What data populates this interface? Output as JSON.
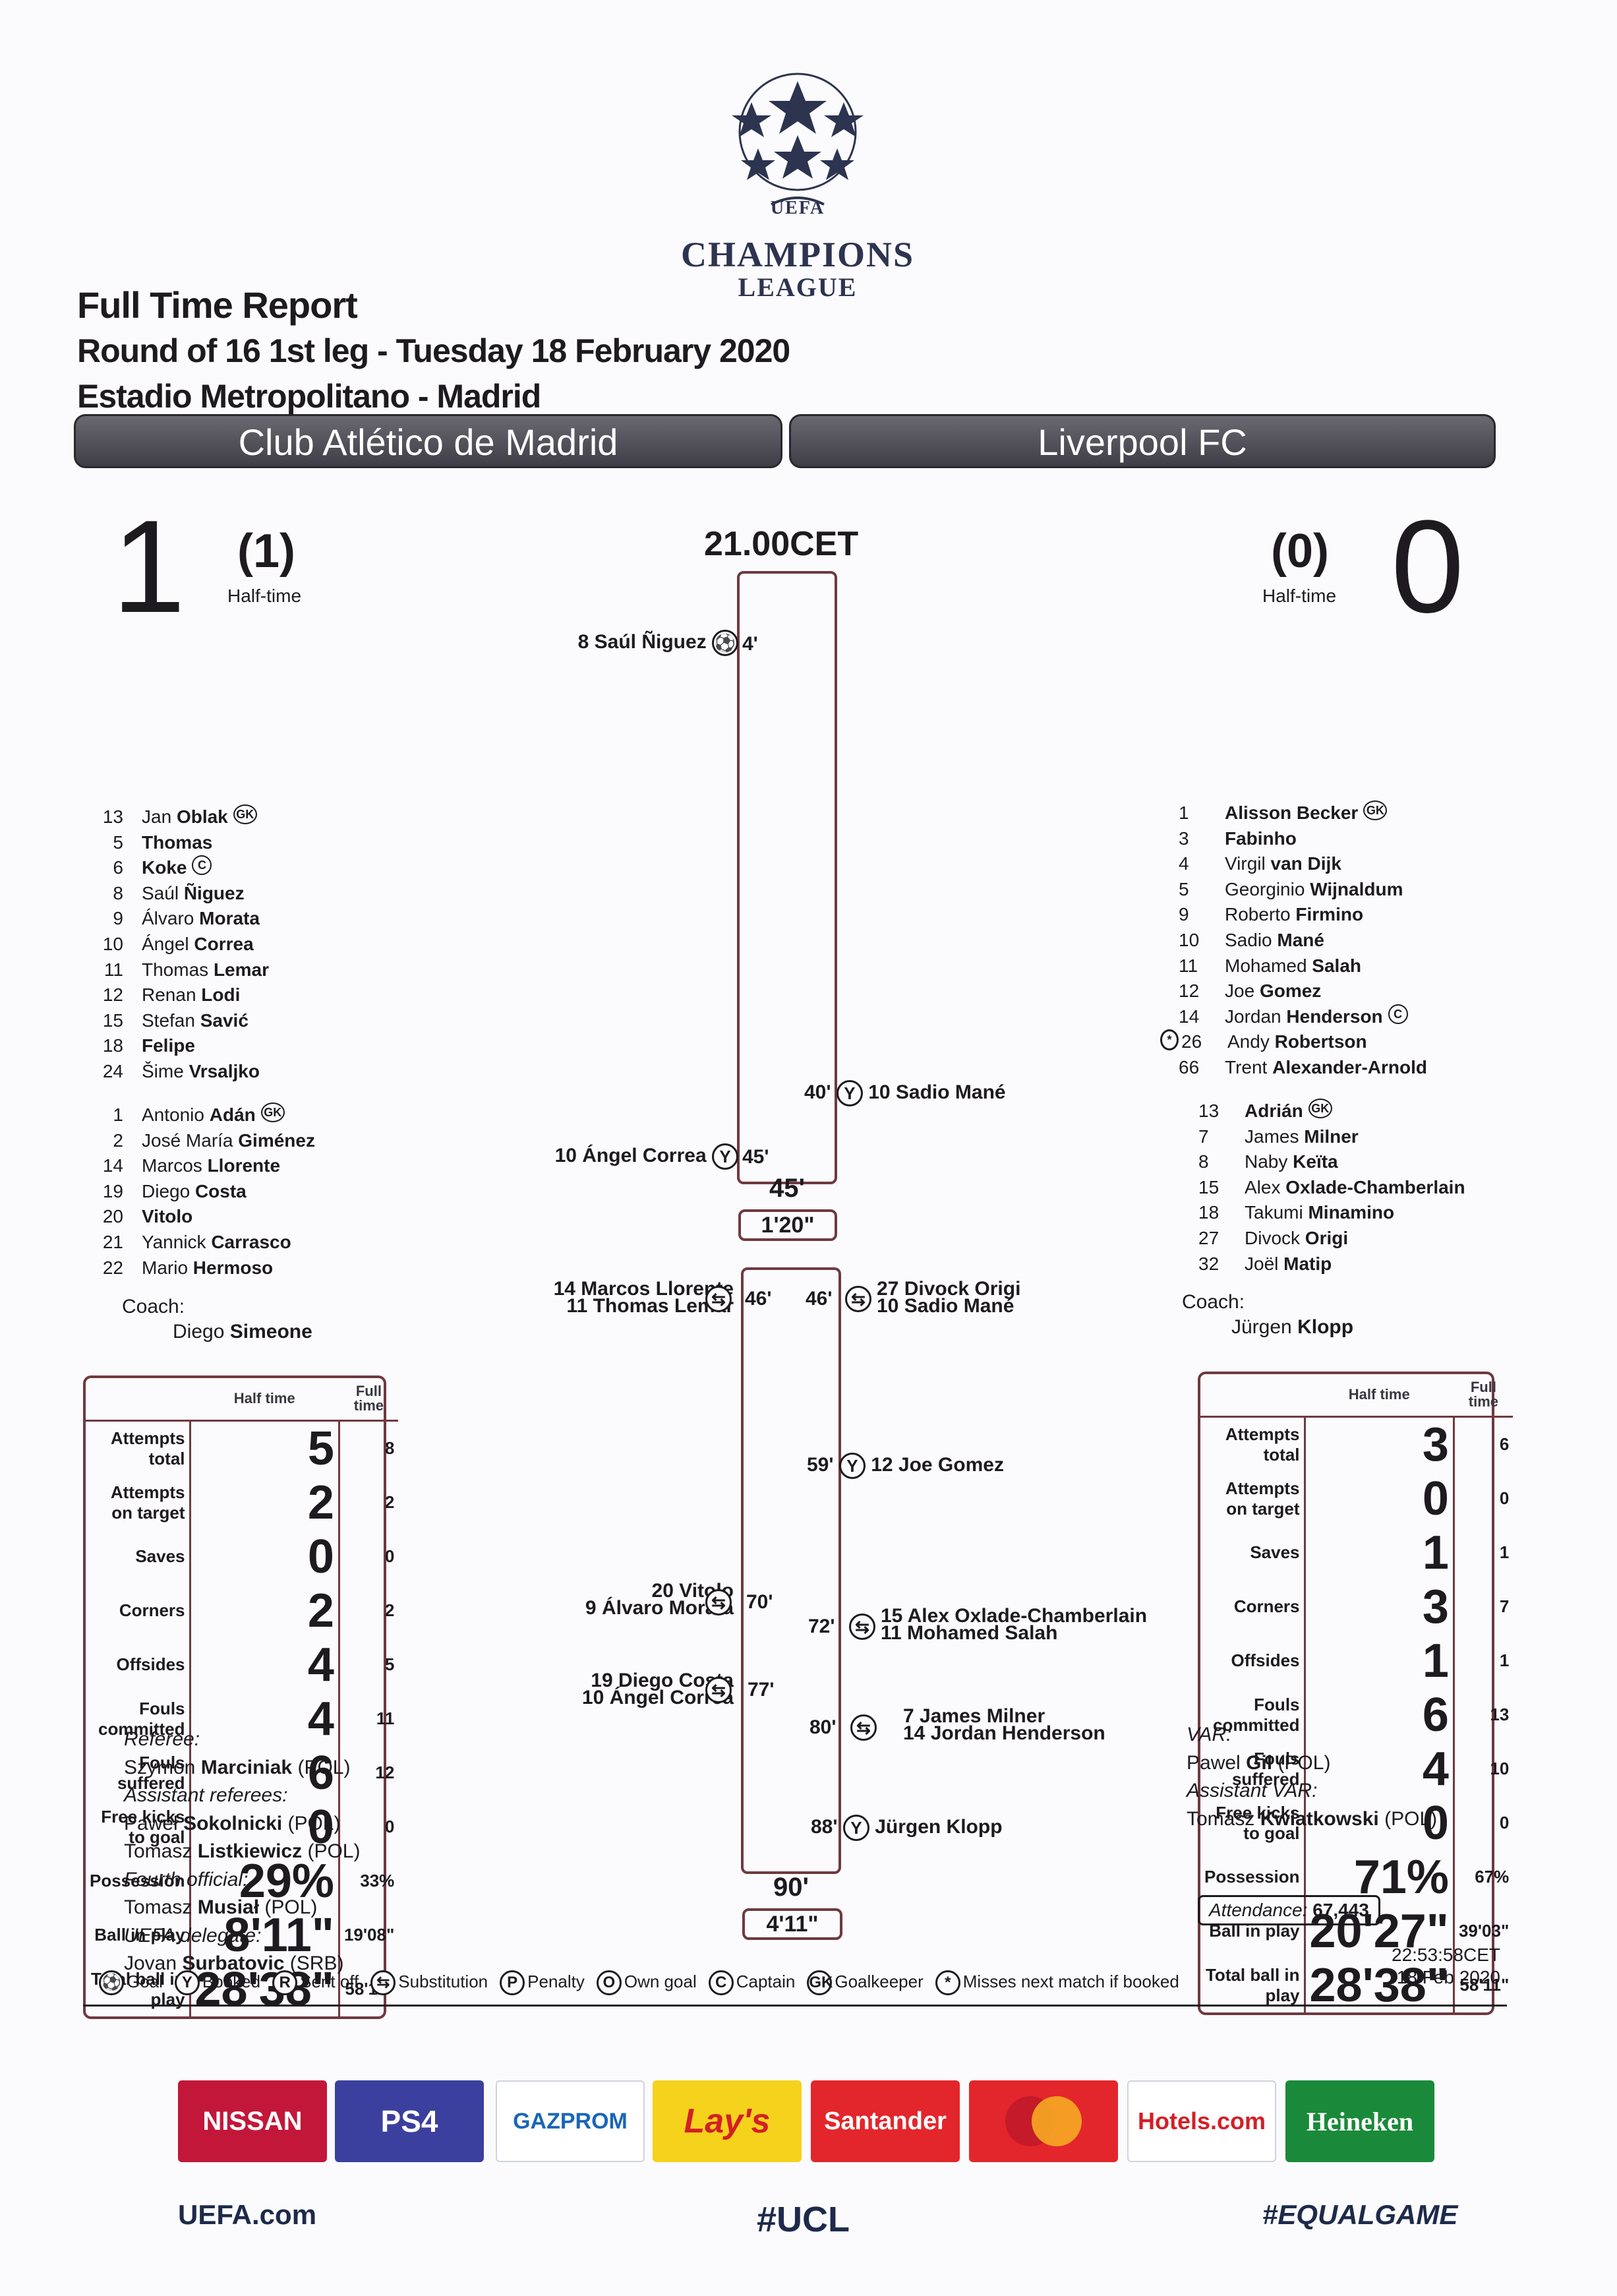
{
  "competition": {
    "title": "CHAMPIONS",
    "subtitle": "LEAGUE",
    "badge": "UEFA"
  },
  "header": {
    "report": "Full Time Report",
    "round": "Round of 16 1st leg - Tuesday 18 February 2020",
    "venue": "Estadio Metropolitano - Madrid"
  },
  "home": {
    "name": "Club Atlético de Madrid",
    "score": "1",
    "ht_score": "(1)",
    "ht_label": "Half-time",
    "starters": [
      {
        "num": "13",
        "first": "Jan",
        "last": "Oblak",
        "tag": "GK"
      },
      {
        "num": "5",
        "first": "",
        "last": "Thomas",
        "tag": ""
      },
      {
        "num": "6",
        "first": "",
        "last": "Koke",
        "tag": "C"
      },
      {
        "num": "8",
        "first": "Saúl",
        "last": "Ñiguez",
        "tag": ""
      },
      {
        "num": "9",
        "first": "Álvaro",
        "last": "Morata",
        "tag": ""
      },
      {
        "num": "10",
        "first": "Ángel",
        "last": "Correa",
        "tag": ""
      },
      {
        "num": "11",
        "first": "Thomas",
        "last": "Lemar",
        "tag": ""
      },
      {
        "num": "12",
        "first": "Renan",
        "last": "Lodi",
        "tag": ""
      },
      {
        "num": "15",
        "first": "Stefan",
        "last": "Savić",
        "tag": ""
      },
      {
        "num": "18",
        "first": "",
        "last": "Felipe",
        "tag": ""
      },
      {
        "num": "24",
        "first": "Šime",
        "last": "Vrsaljko",
        "tag": ""
      }
    ],
    "subs": [
      {
        "num": "1",
        "first": "Antonio",
        "last": "Adán",
        "tag": "GK"
      },
      {
        "num": "2",
        "first": "José María",
        "last": "Giménez",
        "tag": ""
      },
      {
        "num": "14",
        "first": "Marcos",
        "last": "Llorente",
        "tag": ""
      },
      {
        "num": "19",
        "first": "Diego",
        "last": "Costa",
        "tag": ""
      },
      {
        "num": "20",
        "first": "",
        "last": "Vitolo",
        "tag": ""
      },
      {
        "num": "21",
        "first": "Yannick",
        "last": "Carrasco",
        "tag": ""
      },
      {
        "num": "22",
        "first": "Mario",
        "last": "Hermoso",
        "tag": ""
      }
    ],
    "coach_label": "Coach:",
    "coach_first": "Diego",
    "coach_last": "Simeone",
    "stats": [
      {
        "label": "Attempts total",
        "ht": "5",
        "ft": "8"
      },
      {
        "label": "Attempts on target",
        "ht": "2",
        "ft": "2"
      },
      {
        "label": "Saves",
        "ht": "0",
        "ft": "0"
      },
      {
        "label": "Corners",
        "ht": "2",
        "ft": "2"
      },
      {
        "label": "Offsides",
        "ht": "4",
        "ft": "5"
      },
      {
        "label": "Fouls committed",
        "ht": "4",
        "ft": "11"
      },
      {
        "label": "Fouls suffered",
        "ht": "6",
        "ft": "12"
      },
      {
        "label": "Free kicks to goal",
        "ht": "0",
        "ft": "0"
      },
      {
        "label": "Possession",
        "ht": "29%",
        "ft": "33%"
      },
      {
        "label": "Ball in play",
        "ht": "8'11\"",
        "ft": "19'08\""
      },
      {
        "label": "Total ball in play",
        "ht": "28'38\"",
        "ft": "58'11\""
      }
    ]
  },
  "away": {
    "name": "Liverpool FC",
    "score": "0",
    "ht_score": "(0)",
    "ht_label": "Half-time",
    "starters": [
      {
        "num": "1",
        "first": "",
        "last": "Alisson Becker",
        "tag": "GK",
        "mark": ""
      },
      {
        "num": "3",
        "first": "",
        "last": "Fabinho",
        "tag": "",
        "mark": ""
      },
      {
        "num": "4",
        "first": "Virgil",
        "last": "van Dijk",
        "tag": "",
        "mark": ""
      },
      {
        "num": "5",
        "first": "Georginio",
        "last": "Wijnaldum",
        "tag": "",
        "mark": ""
      },
      {
        "num": "9",
        "first": "Roberto",
        "last": "Firmino",
        "tag": "",
        "mark": ""
      },
      {
        "num": "10",
        "first": "Sadio",
        "last": "Mané",
        "tag": "",
        "mark": ""
      },
      {
        "num": "11",
        "first": "Mohamed",
        "last": "Salah",
        "tag": "",
        "mark": ""
      },
      {
        "num": "12",
        "first": "Joe",
        "last": "Gomez",
        "tag": "",
        "mark": ""
      },
      {
        "num": "14",
        "first": "Jordan",
        "last": "Henderson",
        "tag": "C",
        "mark": ""
      },
      {
        "num": "26",
        "first": "Andy",
        "last": "Robertson",
        "tag": "",
        "mark": "*"
      },
      {
        "num": "66",
        "first": "Trent",
        "last": "Alexander-Arnold",
        "tag": "",
        "mark": ""
      }
    ],
    "subs": [
      {
        "num": "13",
        "first": "",
        "last": "Adrián",
        "tag": "GK"
      },
      {
        "num": "7",
        "first": "James",
        "last": "Milner",
        "tag": ""
      },
      {
        "num": "8",
        "first": "Naby",
        "last": "Keïta",
        "tag": ""
      },
      {
        "num": "15",
        "first": "Alex",
        "last": "Oxlade-Chamberlain",
        "tag": ""
      },
      {
        "num": "18",
        "first": "Takumi",
        "last": "Minamino",
        "tag": ""
      },
      {
        "num": "27",
        "first": "Divock",
        "last": "Origi",
        "tag": ""
      },
      {
        "num": "32",
        "first": "Joël",
        "last": "Matip",
        "tag": ""
      }
    ],
    "coach_label": "Coach:",
    "coach_first": "Jürgen",
    "coach_last": "Klopp",
    "stats": [
      {
        "label": "Attempts total",
        "ht": "3",
        "ft": "6"
      },
      {
        "label": "Attempts on target",
        "ht": "0",
        "ft": "0"
      },
      {
        "label": "Saves",
        "ht": "1",
        "ft": "1"
      },
      {
        "label": "Corners",
        "ht": "3",
        "ft": "7"
      },
      {
        "label": "Offsides",
        "ht": "1",
        "ft": "1"
      },
      {
        "label": "Fouls committed",
        "ht": "6",
        "ft": "13"
      },
      {
        "label": "Fouls suffered",
        "ht": "4",
        "ft": "10"
      },
      {
        "label": "Free kicks to goal",
        "ht": "0",
        "ft": "0"
      },
      {
        "label": "Possession",
        "ht": "71%",
        "ft": "67%"
      },
      {
        "label": "Ball in play",
        "ht": "20'27\"",
        "ft": "39'03\""
      },
      {
        "label": "Total ball in play",
        "ht": "28'38\"",
        "ft": "58'11\""
      }
    ]
  },
  "stats_header": {
    "half": "Half time",
    "full": "Full time"
  },
  "timeline": {
    "kickoff": "21.00CET",
    "first_half_end": "45'",
    "first_half_added": "1'20\"",
    "second_half_end": "90'",
    "second_half_added": "4'11\"",
    "events": {
      "goal_home": {
        "player": "8 Saúl Ñiguez",
        "minute": "4'"
      },
      "book_away_1": {
        "player": "10 Sadio Mané",
        "minute": "40'"
      },
      "book_home_1": {
        "player": "10 Ángel Correa",
        "minute": "45'"
      },
      "sub_home_1": {
        "on": "14 Marcos Llorente",
        "off": "11 Thomas Lemar",
        "minute": "46'"
      },
      "sub_away_1": {
        "on": "27 Divock Origi",
        "off": "10 Sadio Mané",
        "minute": "46'"
      },
      "book_away_2": {
        "player": "12 Joe Gomez",
        "minute": "59'"
      },
      "sub_home_2": {
        "on": "20 Vitolo",
        "off": "9 Álvaro Morata",
        "minute": "70'"
      },
      "sub_away_2": {
        "on": "15 Alex Oxlade-Chamberlain",
        "off": "11 Mohamed Salah",
        "minute": "72'"
      },
      "sub_home_3": {
        "on": "19 Diego Costa",
        "off": "10 Ángel Correa",
        "minute": "77'"
      },
      "sub_away_3": {
        "on": "7 James Milner",
        "off": "14 Jordan Henderson",
        "minute": "80'"
      },
      "book_away_3": {
        "player": "Jürgen Klopp",
        "minute": "88'"
      }
    }
  },
  "officials": {
    "referee_label": "Referee:",
    "referee_first": "Szymon",
    "referee_last": "Marciniak",
    "referee_country": "(POL)",
    "assistants_label": "Assistant referees:",
    "assistant1_first": "Paweł",
    "assistant1_last": "Sokolnicki",
    "assistant1_country": "(POL)",
    "assistant2_first": "Tomasz",
    "assistant2_last": "Listkiewicz",
    "assistant2_country": "(POL)",
    "fourth_label": "Fourth official:",
    "fourth_first": "Tomasz",
    "fourth_last": "Musiał",
    "fourth_country": "(POL)",
    "delegate_label": "UEFA delegate:",
    "delegate_first": "Jovan",
    "delegate_last": "Surbatovic",
    "delegate_country": "(SRB)",
    "var_label": "VAR:",
    "var_first": "Pawel",
    "var_last": "Gil",
    "var_country": "(POL)",
    "avar_label": "Assistant VAR:",
    "avar_first": "Tomasz",
    "avar_last": "Kwiatkowski",
    "avar_country": "(POL)"
  },
  "attendance": {
    "label": "Attendance:",
    "value": "67,443"
  },
  "timestamp": {
    "time": "22:53:58CET",
    "date": "18 Feb 2020"
  },
  "legend": [
    {
      "icon": "ball-icon",
      "symbol": "⚽",
      "label": "Goal"
    },
    {
      "icon": "booked-icon",
      "symbol": "Y",
      "label": "Booked"
    },
    {
      "icon": "sent-off-icon",
      "symbol": "R",
      "label": "Sent off"
    },
    {
      "icon": "substitution-icon",
      "symbol": "⇆",
      "label": "Substitution"
    },
    {
      "icon": "penalty-icon",
      "symbol": "P",
      "label": "Penalty"
    },
    {
      "icon": "own-goal-icon",
      "symbol": "O",
      "label": "Own goal"
    },
    {
      "icon": "captain-icon",
      "symbol": "C",
      "label": "Captain"
    },
    {
      "icon": "goalkeeper-icon",
      "symbol": "GK",
      "label": "Goalkeeper"
    },
    {
      "icon": "misses-next-icon",
      "symbol": "*",
      "label": "Misses next match if booked"
    }
  ],
  "sponsors": [
    {
      "name": "NISSAN",
      "color": "#c3173a"
    },
    {
      "name": "PS4",
      "color": "#3b3f9e"
    },
    {
      "name": "GAZPROM",
      "color": "#ffffff"
    },
    {
      "name": "Lay's",
      "color": "#f5d21c"
    },
    {
      "name": "Santander",
      "color": "#e3262b"
    },
    {
      "name": "",
      "color": "#e3262b"
    },
    {
      "name": "Hotels.com",
      "color": "#ffffff"
    },
    {
      "name": "Heineken",
      "color": "#1a8a3a"
    }
  ],
  "footer": {
    "left": "UEFA.com",
    "center": "#UCL",
    "right": "#EQUALGAME"
  }
}
